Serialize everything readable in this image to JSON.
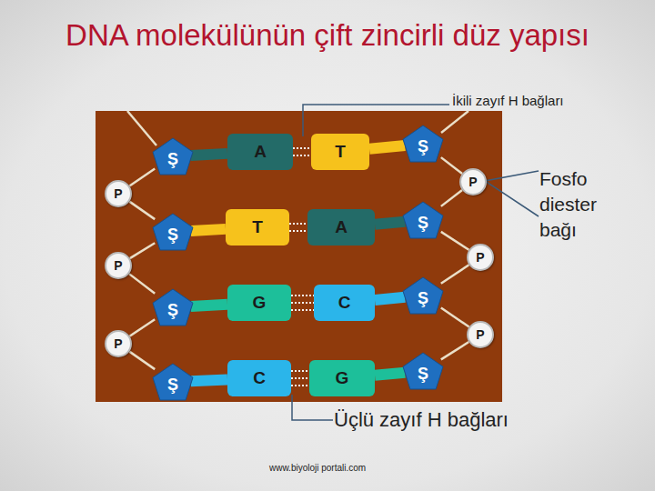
{
  "diagram": {
    "title": "DNA molekülünün çift zincirli düz yapısı",
    "nodes": [
      {
        "text": [
          "Ş"
        ]
      },
      {
        "text": [
          "A"
        ]
      },
      {
        "text": [
          "T"
        ]
      },
      {
        "text": [
          "Ş"
        ]
      },
      {
        "text": [
          "P"
        ]
      },
      {
        "text": [
          "P"
        ]
      },
      {
        "text": [
          "Ş"
        ]
      },
      {
        "text": [
          "T"
        ]
      },
      {
        "text": [
          "A"
        ]
      },
      {
        "text": [
          "Ş"
        ]
      },
      {
        "text": [
          "P"
        ]
      },
      {
        "text": [
          "P"
        ]
      },
      {
        "text": [
          "Ş"
        ]
      },
      {
        "text": [
          "G"
        ]
      },
      {
        "text": [
          "C"
        ]
      },
      {
        "text": [
          "Ş"
        ]
      },
      {
        "text": [
          "P"
        ]
      },
      {
        "text": [
          "P"
        ]
      },
      {
        "text": [
          "Ş"
        ]
      },
      {
        "text": [
          "C"
        ]
      },
      {
        "text": [
          "G"
        ]
      },
      {
        "text": [
          "Ş"
        ]
      }
    ],
    "edges": [
      {
        "from": 0,
        "to": 4,
        "arrow": "none"
      },
      {
        "from": 4,
        "to": 6,
        "arrow": "none"
      },
      {
        "from": 6,
        "to": 10,
        "arrow": "none"
      },
      {
        "from": 10,
        "to": 12,
        "arrow": "none"
      },
      {
        "from": 12,
        "to": 16,
        "arrow": "none"
      },
      {
        "from": 16,
        "to": 18,
        "arrow": "none"
      },
      {
        "from": 3,
        "to": 5,
        "arrow": "none"
      },
      {
        "from": 5,
        "to": 9,
        "arrow": "none"
      },
      {
        "from": 9,
        "to": 11,
        "arrow": "none"
      },
      {
        "from": 11,
        "to": 15,
        "arrow": "none"
      },
      {
        "from": 15,
        "to": 17,
        "arrow": "none"
      },
      {
        "from": 17,
        "to": 21,
        "arrow": "none"
      },
      {
        "from": 0,
        "to": 1,
        "arrow": "none"
      },
      {
        "from": 3,
        "to": 2,
        "arrow": "none"
      },
      {
        "from": 6,
        "to": 7,
        "arrow": "none"
      },
      {
        "from": 9,
        "to": 8,
        "arrow": "none"
      },
      {
        "from": 12,
        "to": 13,
        "arrow": "none"
      },
      {
        "from": 15,
        "to": 14,
        "arrow": "none"
      },
      {
        "from": 18,
        "to": 19,
        "arrow": "none"
      },
      {
        "from": 21,
        "to": 20,
        "arrow": "none"
      },
      {
        "from": 1,
        "to": 2,
        "arrow": "none"
      },
      {
        "from": 1,
        "to": 2,
        "arrow": "none"
      },
      {
        "from": 7,
        "to": 8,
        "arrow": "none"
      },
      {
        "from": 7,
        "to": 8,
        "arrow": "none"
      },
      {
        "from": 13,
        "to": 14,
        "arrow": "none"
      },
      {
        "from": 13,
        "to": 14,
        "arrow": "none"
      },
      {
        "from": 13,
        "to": 14,
        "arrow": "none"
      },
      {
        "from": 19,
        "to": 20,
        "arrow": "none"
      },
      {
        "from": 19,
        "to": 20,
        "arrow": "none"
      },
      {
        "from": 19,
        "to": 20,
        "arrow": "none"
      }
    ],
    "labels": [
      "İkili zayıf H bağları",
      "Fosfo diester bağı",
      "Üçlü zayıf H bağları",
      "www.biyoloji portali.com"
    ]
  }
}
